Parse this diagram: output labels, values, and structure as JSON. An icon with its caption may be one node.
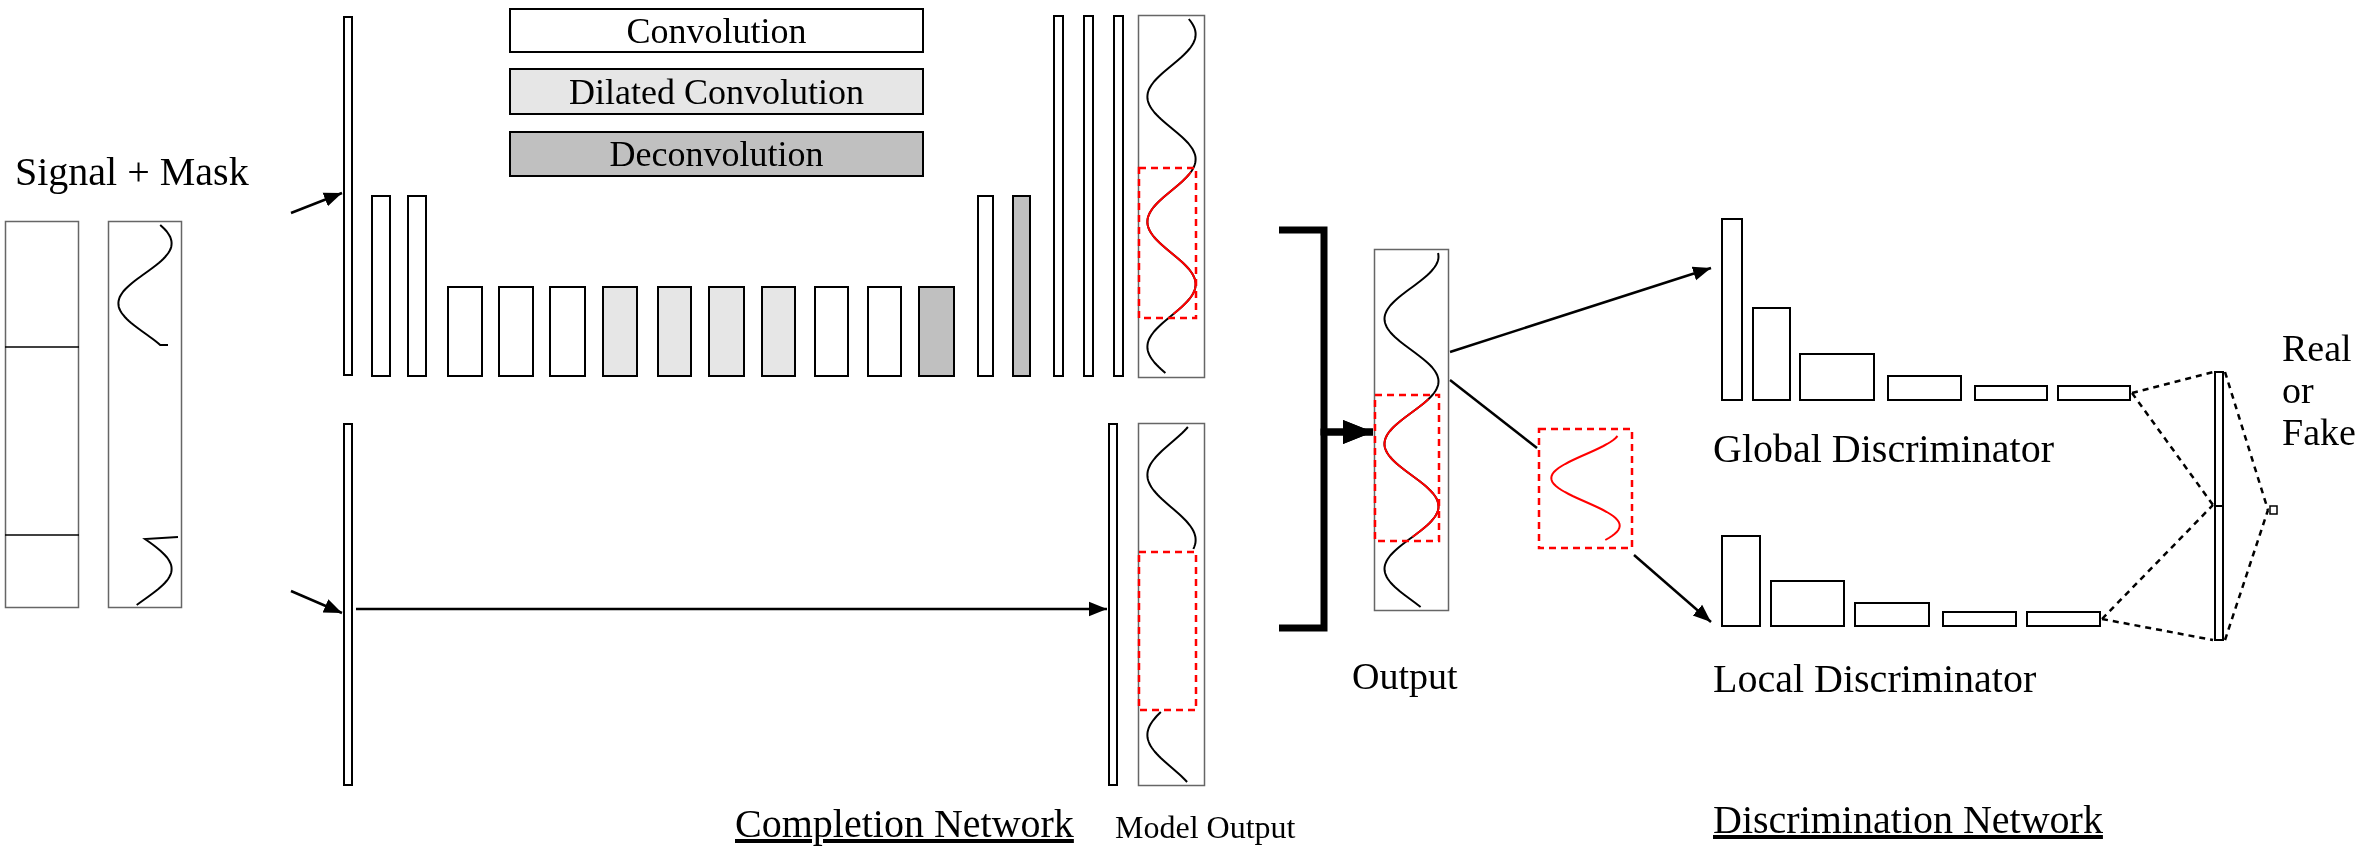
{
  "diagram": {
    "nodes": [
      {
        "text": [
          "Signal + Mask"
        ]
      },
      {
        "text": [],
        "shape": "bar"
      },
      {
        "text": [],
        "shape": "bar"
      },
      {
        "text": [],
        "shape": "picture"
      },
      {
        "text": [],
        "shape": "picture",
        "beside": [
          "Model Output"
        ]
      },
      {
        "text": [],
        "shape": "picture",
        "beside": [
          "Output"
        ]
      },
      {
        "text": [],
        "shape": "picture"
      },
      {
        "text": [
          "Global Discriminator"
        ]
      },
      {
        "text": [
          "Local Discriminator"
        ]
      },
      {
        "text": [],
        "shape": "bar"
      },
      {
        "text": [],
        "shape": "box",
        "beside": [
          "Real or Fake"
        ]
      }
    ],
    "edges": [
      {
        "from": 0,
        "to": 1,
        "arrow": "to"
      },
      {
        "from": 0,
        "to": 2,
        "arrow": "to"
      },
      {
        "from": 2,
        "to": 4,
        "arrow": "to"
      },
      {
        "from": 3,
        "to": 5,
        "arrow": "to",
        "style": "thick"
      },
      {
        "from": 4,
        "to": 5,
        "arrow": "to",
        "style": "thick"
      },
      {
        "from": 5,
        "to": 7,
        "arrow": "to"
      },
      {
        "from": 5,
        "to": 6,
        "arrow": "none"
      },
      {
        "from": 6,
        "to": 8,
        "arrow": "to"
      },
      {
        "from": 7,
        "to": 9,
        "arrow": "none",
        "style": "dashed"
      },
      {
        "from": 7,
        "to": 9,
        "arrow": "none",
        "style": "dashed"
      },
      {
        "from": 8,
        "to": 9,
        "arrow": "none",
        "style": "dashed"
      },
      {
        "from": 8,
        "to": 9,
        "arrow": "none",
        "style": "dashed"
      },
      {
        "from": 9,
        "to": 10,
        "arrow": "none",
        "style": "dashed"
      },
      {
        "from": 9,
        "to": 10,
        "arrow": "none",
        "style": "dashed"
      }
    ],
    "labels": [
      "Completion Network",
      "Discrimination Network"
    ],
    "legend": [
      {
        "text": "Convolution",
        "color": "#ffffff"
      },
      {
        "text": "Dilated Convolution",
        "color": "#e6e6e6"
      },
      {
        "text": "Deconvolution",
        "color": "#c0c0c0"
      }
    ]
  }
}
